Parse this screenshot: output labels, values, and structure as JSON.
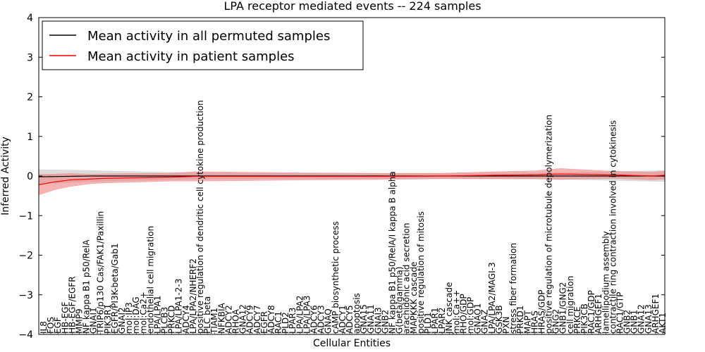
{
  "chart_data": {
    "type": "line",
    "title": "LPA receptor mediated events -- 224 samples",
    "xlabel": "Cellular Entities",
    "ylabel": "Inferred Activity",
    "ylim": [
      -4,
      4
    ],
    "yticks": [
      "−4",
      "−3",
      "−2",
      "−1",
      "0",
      "1",
      "2",
      "3",
      "4"
    ],
    "grid": false,
    "legend_position": "top-left",
    "colors": {
      "permuted": "#000000",
      "patient": "#ff0000",
      "patient_band": "#f08080",
      "permuted_band": "#bfbfbf"
    },
    "series": [
      {
        "name": "Mean activity in all permuted samples",
        "anchors": [
          [
            0,
            -0.02
          ],
          [
            20,
            0.0
          ],
          [
            60,
            0.0
          ],
          [
            104,
            0.0
          ],
          [
            155,
            0.0
          ],
          [
            200,
            0.0
          ],
          [
            240,
            0.0
          ]
        ],
        "band": [
          [
            0,
            0.18
          ],
          [
            30,
            0.12
          ],
          [
            60,
            0.08
          ],
          [
            104,
            0.06
          ],
          [
            155,
            0.07
          ],
          [
            200,
            0.08
          ],
          [
            240,
            0.14
          ]
        ]
      },
      {
        "name": "Mean activity in patient samples",
        "anchors": [
          [
            0,
            -0.22
          ],
          [
            6,
            -0.15
          ],
          [
            12,
            -0.1
          ],
          [
            25,
            -0.06
          ],
          [
            50,
            -0.03
          ],
          [
            60,
            -0.01
          ],
          [
            104,
            -0.01
          ],
          [
            130,
            -0.01
          ],
          [
            155,
            0.0
          ],
          [
            175,
            0.02
          ],
          [
            190,
            0.03
          ],
          [
            200,
            0.05
          ],
          [
            220,
            0.03
          ],
          [
            235,
            0.0
          ],
          [
            240,
            0.02
          ]
        ],
        "band": [
          [
            0,
            0.26
          ],
          [
            6,
            0.2
          ],
          [
            20,
            0.12
          ],
          [
            50,
            0.1
          ],
          [
            60,
            0.12
          ],
          [
            104,
            0.09
          ],
          [
            130,
            0.08
          ],
          [
            155,
            0.07
          ],
          [
            175,
            0.09
          ],
          [
            190,
            0.1
          ],
          [
            200,
            0.14
          ],
          [
            220,
            0.09
          ],
          [
            240,
            0.1
          ]
        ]
      }
    ],
    "x_count": 241,
    "x_labels": [
      "IL8",
      "FOS",
      "EGF",
      "HB-EGF",
      "HB-EGF/EGFR",
      "MMP9",
      "NF kappa B1 p50/RelA",
      "GNAI1",
      "TRIP6/p130 Cas/FAK1/Paxillin",
      "PIK3R1",
      "EGFR/PI3K-beta/Gab1",
      "GNAI2",
      "mol:IP3",
      "mol:DAG",
      "mol:Ca2+",
      "endothelial cell migration",
      "LPA/LPA1",
      "PLCB3",
      "PRKCD",
      "LPA/LPA1-2-3",
      "ADCY4",
      "LPA/LPA2/NHERF2",
      "positive regulation of dendritic cell cytokine production",
      "PLC beta",
      "TIAM1",
      "NFKBIA",
      "ADCY2",
      "RHOA",
      "GNA12",
      "ADCY9",
      "ADCY7",
      "EGFR",
      "ADCY8",
      "RAC1",
      "PLD2",
      "LPAR3",
      "LPA/LPA2",
      "LPA/LPA3",
      "ADCY6",
      "ADCY3",
      "GNAQ",
      "cAMP biosynthetic process",
      "ADCY1",
      "ADCY5",
      "apoptosis",
      "GNA15",
      "GNA11",
      "GNAI3",
      "GNB2",
      "NF kappa B1 p50/RelA/I kappa B alpha",
      "G(beta/gamma)",
      "arachidonic acid secretion",
      "MAPKKK cascade",
      "positive regulation of mitosis",
      "PLD1",
      "LPAR1",
      "LPAR2",
      "JNK cascade",
      "mol:Ca++",
      "RHO/GDP",
      "mol:GDP",
      "GNAO1",
      "GNAZ",
      "LPA/LPA2/MAGI-3",
      "GSK3B",
      "PXN",
      "stress fiber formation",
      "PRKD1",
      "MAPT",
      "HRAS",
      "HRAS/GDP",
      "positive regulation of microtubule depolymerization",
      "GNG2",
      "GNB1/GNG2",
      "cell migration",
      "PRKCE",
      "PIK3CB",
      "RAC1/GDP",
      "ARHGEF1",
      "lamellipodium assembly",
      "contractile ring contraction involved in cytokinesis",
      "RAC1/GTP",
      "GNB2",
      "GNB1",
      "GNA12",
      "GNA13",
      "ARHGEF1",
      "AKT1"
    ]
  }
}
